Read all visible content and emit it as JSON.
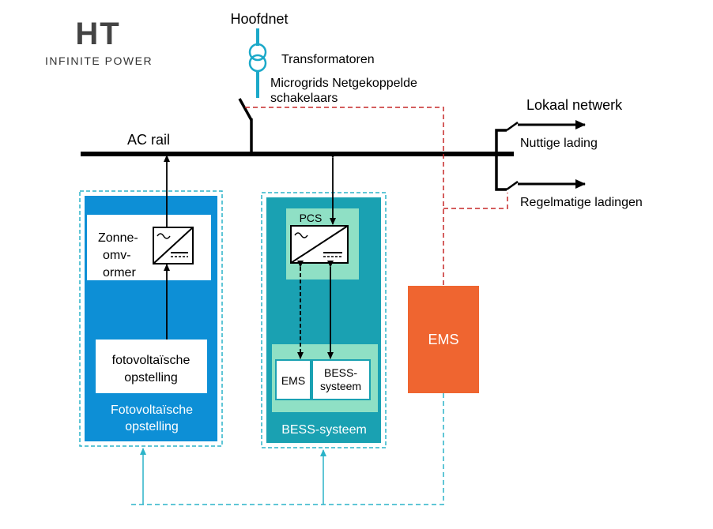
{
  "logo": {
    "mark": "HT",
    "tagline": "INFINITE POWER"
  },
  "grid": {
    "main_grid": "Hoofdnet",
    "transformer": "Transformatoren",
    "switch_line1": "Microgrids Netgekoppelde",
    "switch_line2": "schakelaars",
    "ac_rail": "AC rail"
  },
  "local_network": {
    "title": "Lokaal netwerk",
    "load1": "Nuttige lading",
    "load2": "Regelmatige ladingen"
  },
  "pv": {
    "inverter_line1": "Zonne-",
    "inverter_line2": "omv-",
    "inverter_line3": "ormer",
    "array_line1": "fotovoltaïsche",
    "array_line2": "opstelling",
    "section_line1": "Fotovoltaïsche",
    "section_line2": "opstelling"
  },
  "bess": {
    "pcs": "PCS",
    "ems": "EMS",
    "bess_line1": "BESS-",
    "bess_line2": "systeem",
    "section": "BESS-systeem"
  },
  "ems": {
    "label": "EMS"
  },
  "colors": {
    "pv_blue": "#0d8fd6",
    "bess_teal": "#1aa1b2",
    "bess_light": "#8fe0c5",
    "ems_orange": "#ef6530",
    "comm_cyan": "#2bb3c8",
    "control_red": "#c62828",
    "transformer_cyan": "#1ba9c9"
  }
}
